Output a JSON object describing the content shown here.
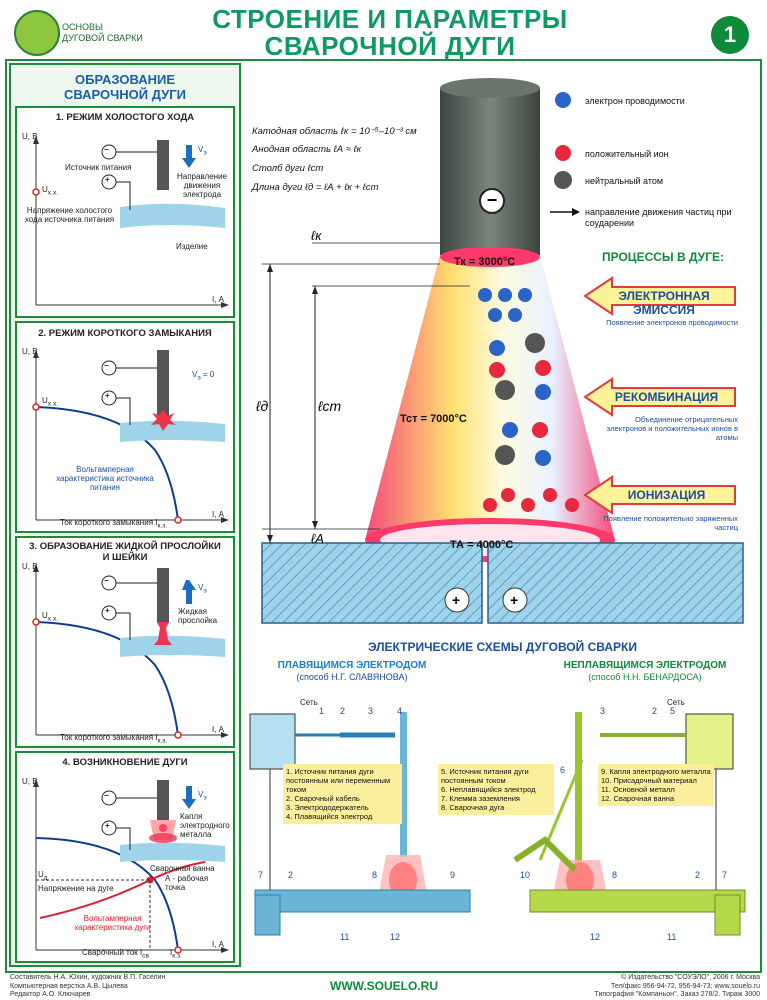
{
  "header": {
    "brand_line1": "ОСНОВЫ",
    "brand_line2": "ДУГОВОЙ СВАРКИ",
    "title_line1": "СТРОЕНИЕ И ПАРАМЕТРЫ",
    "title_line2": "СВАРОЧНОЙ ДУГИ",
    "sheet_number": "1"
  },
  "left": {
    "title_line1": "ОБРАЗОВАНИЕ",
    "title_line2": "СВАРОЧНОЙ ДУГИ",
    "panels": [
      {
        "heading": "1. РЕЖИМ ХОЛОСТОГО ХОДА",
        "y_axis": "U, В",
        "x_axis": "I, А",
        "source": "Источник питания",
        "ux": "U",
        "ux_sub": "х.х.",
        "voltage_note": "Напряжение холостого хода источника питания",
        "velocity": "V",
        "velocity_sub": "э",
        "direction_note": "Направление движения электрода",
        "workpiece": "Изделие"
      },
      {
        "heading": "2. РЕЖИМ КОРОТКОГО ЗАМЫКАНИЯ",
        "y_axis": "U, В",
        "x_axis": "I, А",
        "ux": "U",
        "ux_sub": "х.х.",
        "velocity": "V",
        "velocity_sub": "э",
        "velocity_value": "= 0",
        "vac_note": "Вольтамперная характеристика источника питания",
        "short_current": "Ток короткого замыкания I",
        "short_sub": "к.з."
      },
      {
        "heading_line1": "3. ОБРАЗОВАНИЕ ЖИДКОЙ ПРОСЛОЙКИ",
        "heading_line2": "И ШЕЙКИ",
        "y_axis": "U, В",
        "x_axis": "I, А",
        "ux": "U",
        "ux_sub": "х.х.",
        "velocity": "V",
        "velocity_sub": "э",
        "layer_note": "Жидкая прослойка",
        "short_current": "Ток короткого замыкания I",
        "short_sub": "к.з."
      },
      {
        "heading": "4. ВОЗНИКНОВЕНИЕ ДУГИ",
        "y_axis": "U, В",
        "x_axis": "I, А",
        "velocity": "V",
        "velocity_sub": "э",
        "drop_note": "Капля электродного металла",
        "pool_note": "Сварочная ванна",
        "ud": "U",
        "ud_sub": "д",
        "arc_voltage": "Напряжение на дуге",
        "point_a": "А - рабочая точка",
        "arc_vac": "Вольтамперная характеристика дуги",
        "weld_current": "Сварочный ток  I",
        "weld_sub": "св",
        "short_i": "I",
        "short_sub": "к.з."
      }
    ]
  },
  "arc": {
    "formula_cathode": "Катодная область  ℓк = 10⁻⁵–10⁻³ см",
    "formula_anode": "Анодная область  ℓА ≈ ℓк",
    "formula_column": "Столб дуги  ℓст",
    "formula_length": "Длина дуги  ℓд = ℓА + ℓк + ℓст",
    "electrode_sign": "−",
    "t_cathode": "Тк = 3000°С",
    "t_column": "Тст = 7000°С",
    "t_anode": "ТА = 4000°С",
    "lk": "ℓк",
    "ld": "ℓд",
    "lst": "ℓст",
    "la": "ℓА",
    "plate_sign": "+"
  },
  "legend": {
    "electron": "электрон проводимости",
    "ion": "положительный ион",
    "atom": "нейтральный атом",
    "direction": "направление движения частиц при соударении"
  },
  "processes": {
    "title": "ПРОЦЕССЫ В ДУГЕ:",
    "emission": "ЭЛЕКТРОННАЯ ЭМИССИЯ",
    "emission_desc": "Появление электронов проводимости",
    "recombination": "РЕКОМБИНАЦИЯ",
    "recombination_desc": "Объединение отрицательных электронов и положительных ионов в атомы",
    "ionization": "ИОНИЗАЦИЯ",
    "ionization_desc": "Появление положительно заряженных частиц"
  },
  "schemes": {
    "title": "ЭЛЕКТРИЧЕСКИЕ СХЕМЫ ДУГОВОЙ СВАРКИ",
    "left_title": "ПЛАВЯЩИМСЯ ЭЛЕКТРОДОМ",
    "left_sub": "(способ Н.Г. СЛАВЯНОВА)",
    "right_title": "НЕПЛАВЯЩИМСЯ ЭЛЕКТРОДОМ",
    "right_sub": "(способ Н.Н. БЕНАРДОСА)",
    "grid_label": "Сеть",
    "left_items": [
      "1. Источник питания дуги постоянным или переменным током",
      "2. Сварочный кабель",
      "3. Электрододержатель",
      "4. Плавящийся электрод"
    ],
    "mid_items": [
      "5. Источник питания дуги постоянным током",
      "6. Неплавящийся электрод",
      "7. Клемма заземления",
      "8. Сварочная дуга"
    ],
    "right_items": [
      "9. Капля электродного металла",
      "10. Присадочный материал",
      "11. Основной металл",
      "12. Сварочная ванна"
    ]
  },
  "footer": {
    "credits_1": "Составитель Н.А. Юхин, художник В.П. Гаселин",
    "credits_2": "Компьютерная верстка А.В. Цылева",
    "credits_3": "Редактор А.О. Ключарев",
    "url": "WWW.SOUELO.RU",
    "pub_1": "© Издательство \"СОУЭЛО\", 2006 г. Москва",
    "pub_2": "Тел/факс 956-94-72, 956-94-73; www.souelo.ru",
    "pub_3": "Типография \"Компаньон\". Заказ 278/2. Тираж 3000"
  }
}
